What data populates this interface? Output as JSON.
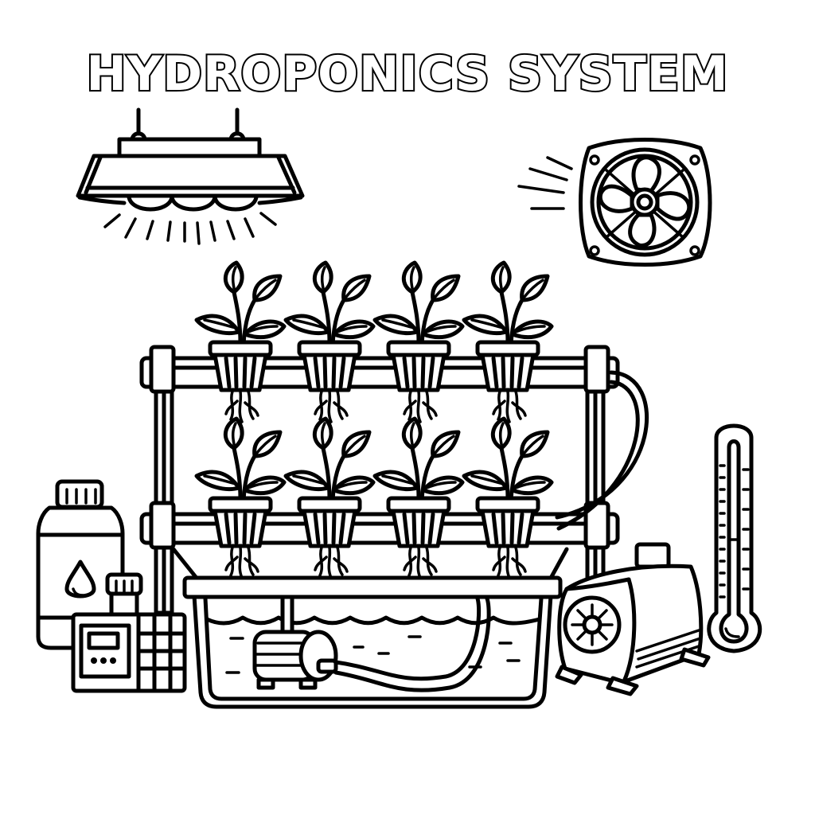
{
  "title": "HYDROPONICS SYSTEM",
  "style": {
    "background": "#ffffff",
    "line_color": "#000000"
  },
  "illustration": {
    "type": "coloring-page line art",
    "elements": [
      "grow-light-lamp",
      "exhaust-fan",
      "two-tier-pipe-rack",
      "plant-seedlings-8",
      "net-pots-8",
      "water-reservoir-tank",
      "submersible-pump",
      "return-hose",
      "nutrient-bottle",
      "small-bottle",
      "control-unit-display",
      "external-water-pump",
      "thermometer"
    ],
    "plant_rows": 2,
    "plants_per_row": 4
  }
}
